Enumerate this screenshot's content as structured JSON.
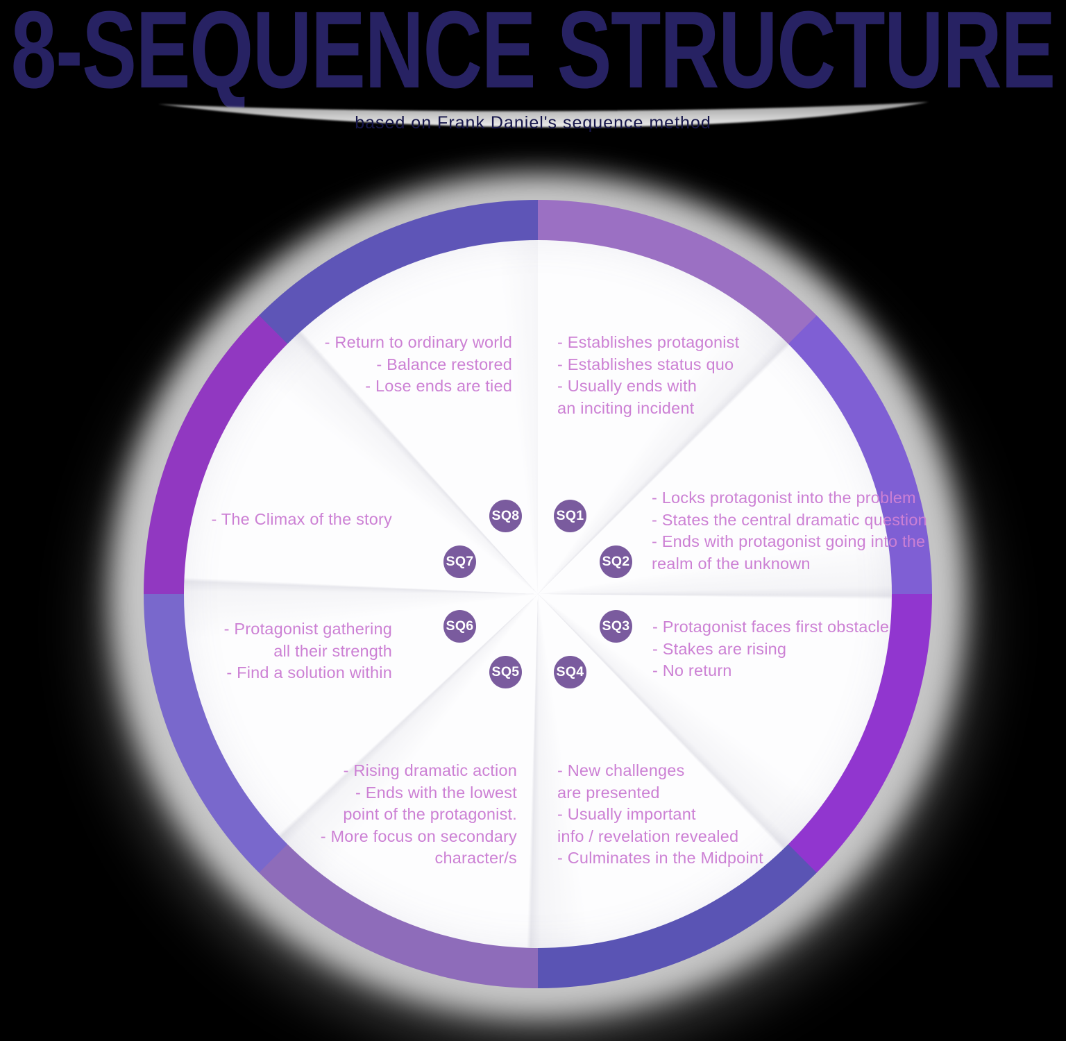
{
  "title": "8-SEQUENCE STRUCTURE",
  "subtitle": "based on Frank Daniel's sequence method",
  "colors": {
    "title": "#272263",
    "body_text": "#cc80d4",
    "badge": "#7a5b9e",
    "badge_text": "#ffffff",
    "disc": "#fdfdfe",
    "ring_segments_clockwise_from_top": [
      "#9b70c3",
      "#7f5fd4",
      "#9136cf",
      "#5a54b4",
      "#8e6cba",
      "#7968cc",
      "#9138c1",
      "#5e55b7"
    ]
  },
  "wheel": {
    "sequences": [
      {
        "badge": "SQ1",
        "lines": [
          "- Establishes protagonist",
          "- Establishes status quo",
          "- Usually ends with",
          "an inciting incident"
        ]
      },
      {
        "badge": "SQ2",
        "lines": [
          "- Locks protagonist into the problem",
          "- States the central dramatic question",
          "- Ends with protagonist going into the",
          "realm of the unknown"
        ]
      },
      {
        "badge": "SQ3",
        "lines": [
          "- Protagonist faces first obstacle",
          "- Stakes are rising",
          "- No return"
        ]
      },
      {
        "badge": "SQ4",
        "lines": [
          "- New challenges",
          "are presented",
          "- Usually important",
          "info / revelation revealed",
          "- Culminates in the Midpoint"
        ]
      },
      {
        "badge": "SQ5",
        "lines": [
          "- Rising dramatic action",
          "- Ends with the lowest",
          "point of the protagonist.",
          "- More focus on secondary",
          "character/s"
        ]
      },
      {
        "badge": "SQ6",
        "lines": [
          "- Protagonist gathering",
          "all their strength",
          "- Find a solution within"
        ]
      },
      {
        "badge": "SQ7",
        "lines": [
          "- The Climax of the story"
        ]
      },
      {
        "badge": "SQ8",
        "lines": [
          "- Return to ordinary world",
          "- Balance restored",
          "- Lose ends are tied"
        ]
      }
    ]
  }
}
